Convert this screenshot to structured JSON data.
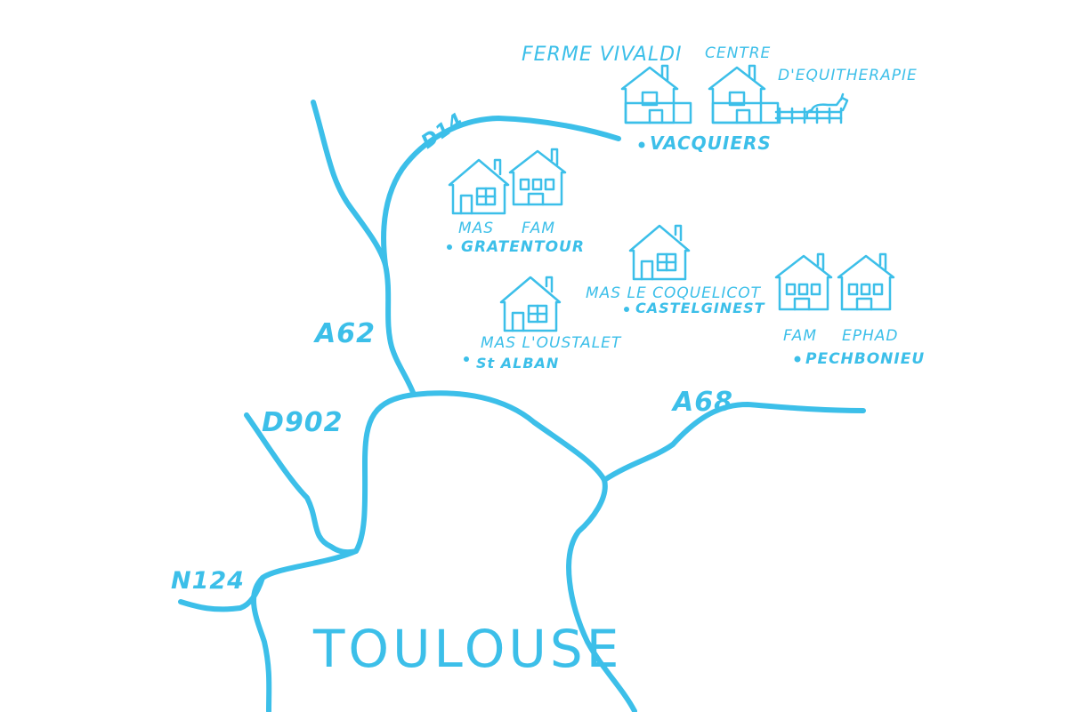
{
  "colors": {
    "ink": "#3cbfe9",
    "background": "#ffffff"
  },
  "roads": {
    "d14": "D14",
    "a62": "A62",
    "d902": "D902",
    "n124": "N124",
    "a68": "A68"
  },
  "city": "TOULOUSE",
  "places": {
    "vacquiers": "VACQUIERS",
    "gratentour": "GRATENTOUR",
    "castelginest": "CASTELGINEST",
    "st_alban": "St ALBAN",
    "pechbonieu": "PECHBONIEU"
  },
  "facilities": {
    "ferme_vivaldi": "FERME VIVALDI",
    "centre_line1": "CENTRE",
    "centre_line2": "D'EQUITHERAPIE",
    "gratentour_mas": "MAS",
    "gratentour_fam": "FAM",
    "coquelicot": "MAS LE COQUELICOT",
    "oustalet": "MAS L'OUSTALET",
    "pechbonieu_fam": "FAM",
    "pechbonieu_ephad": "EPHAD"
  },
  "icons": {
    "house": "house-icon",
    "fence": "fence-icon",
    "horse": "horse-icon",
    "dot": "location-dot-icon"
  }
}
